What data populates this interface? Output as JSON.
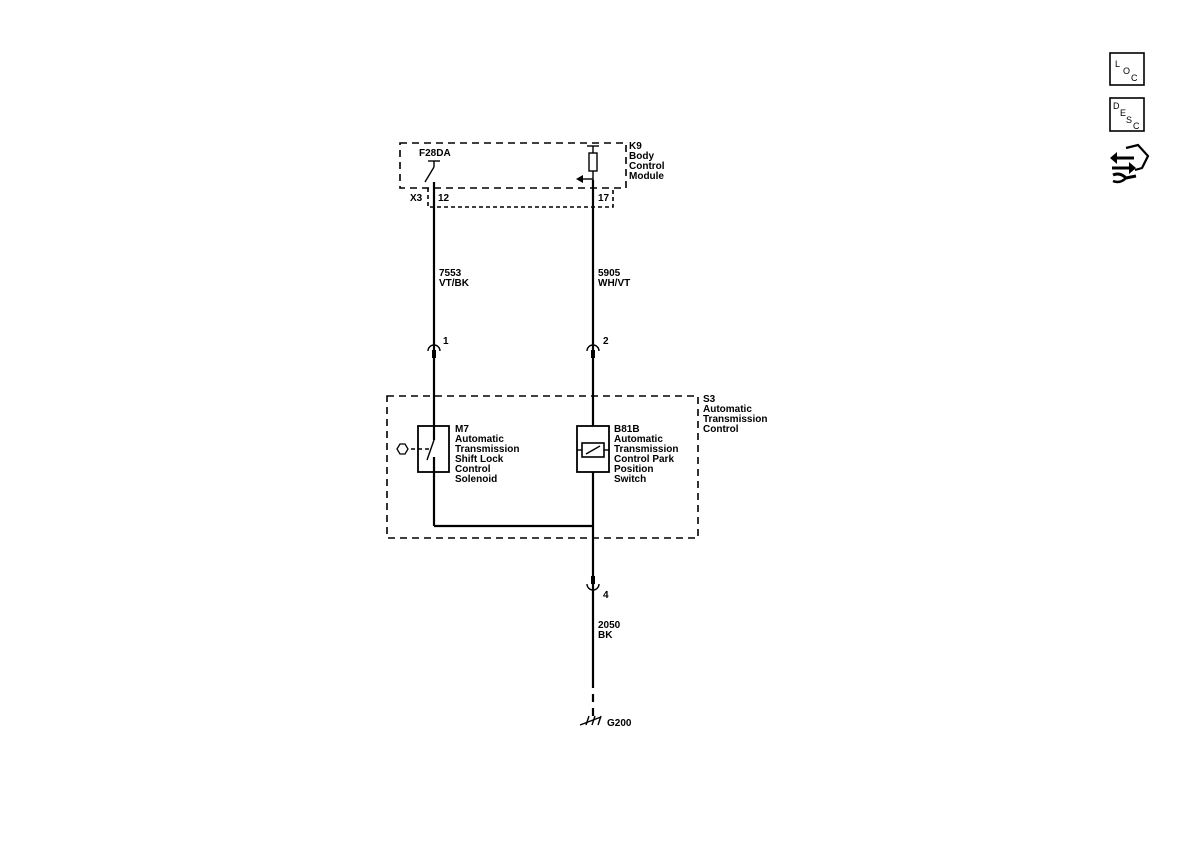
{
  "module_k9": {
    "id": "K9",
    "name_lines": [
      "Body",
      "Control",
      "Module"
    ],
    "connector": "X3",
    "fuse": "F28DA",
    "pin_left": "12",
    "pin_right": "17"
  },
  "wires": {
    "left": {
      "circuit": "7553",
      "color": "VT/BK"
    },
    "right": {
      "circuit": "5905",
      "color": "WH/VT"
    },
    "ground": {
      "circuit": "2050",
      "color": "BK"
    }
  },
  "connector_pins": {
    "left": "1",
    "right": "2",
    "ground": "4"
  },
  "assembly_s3": {
    "id": "S3",
    "name_lines": [
      "Automatic",
      "Transmission",
      "Control"
    ]
  },
  "component_m7": {
    "id": "M7",
    "name_lines": [
      "Automatic",
      "Transmission",
      "Shift Lock",
      "Control",
      "Solenoid"
    ]
  },
  "component_b81b": {
    "id": "B81B",
    "name_lines": [
      "Automatic",
      "Transmission",
      "Control Park",
      "Position",
      "Switch"
    ]
  },
  "ground": {
    "id": "G200"
  },
  "side_buttons": {
    "loc": [
      "L",
      "O",
      "C"
    ],
    "desc": [
      "D",
      "E",
      "S",
      "C"
    ]
  }
}
